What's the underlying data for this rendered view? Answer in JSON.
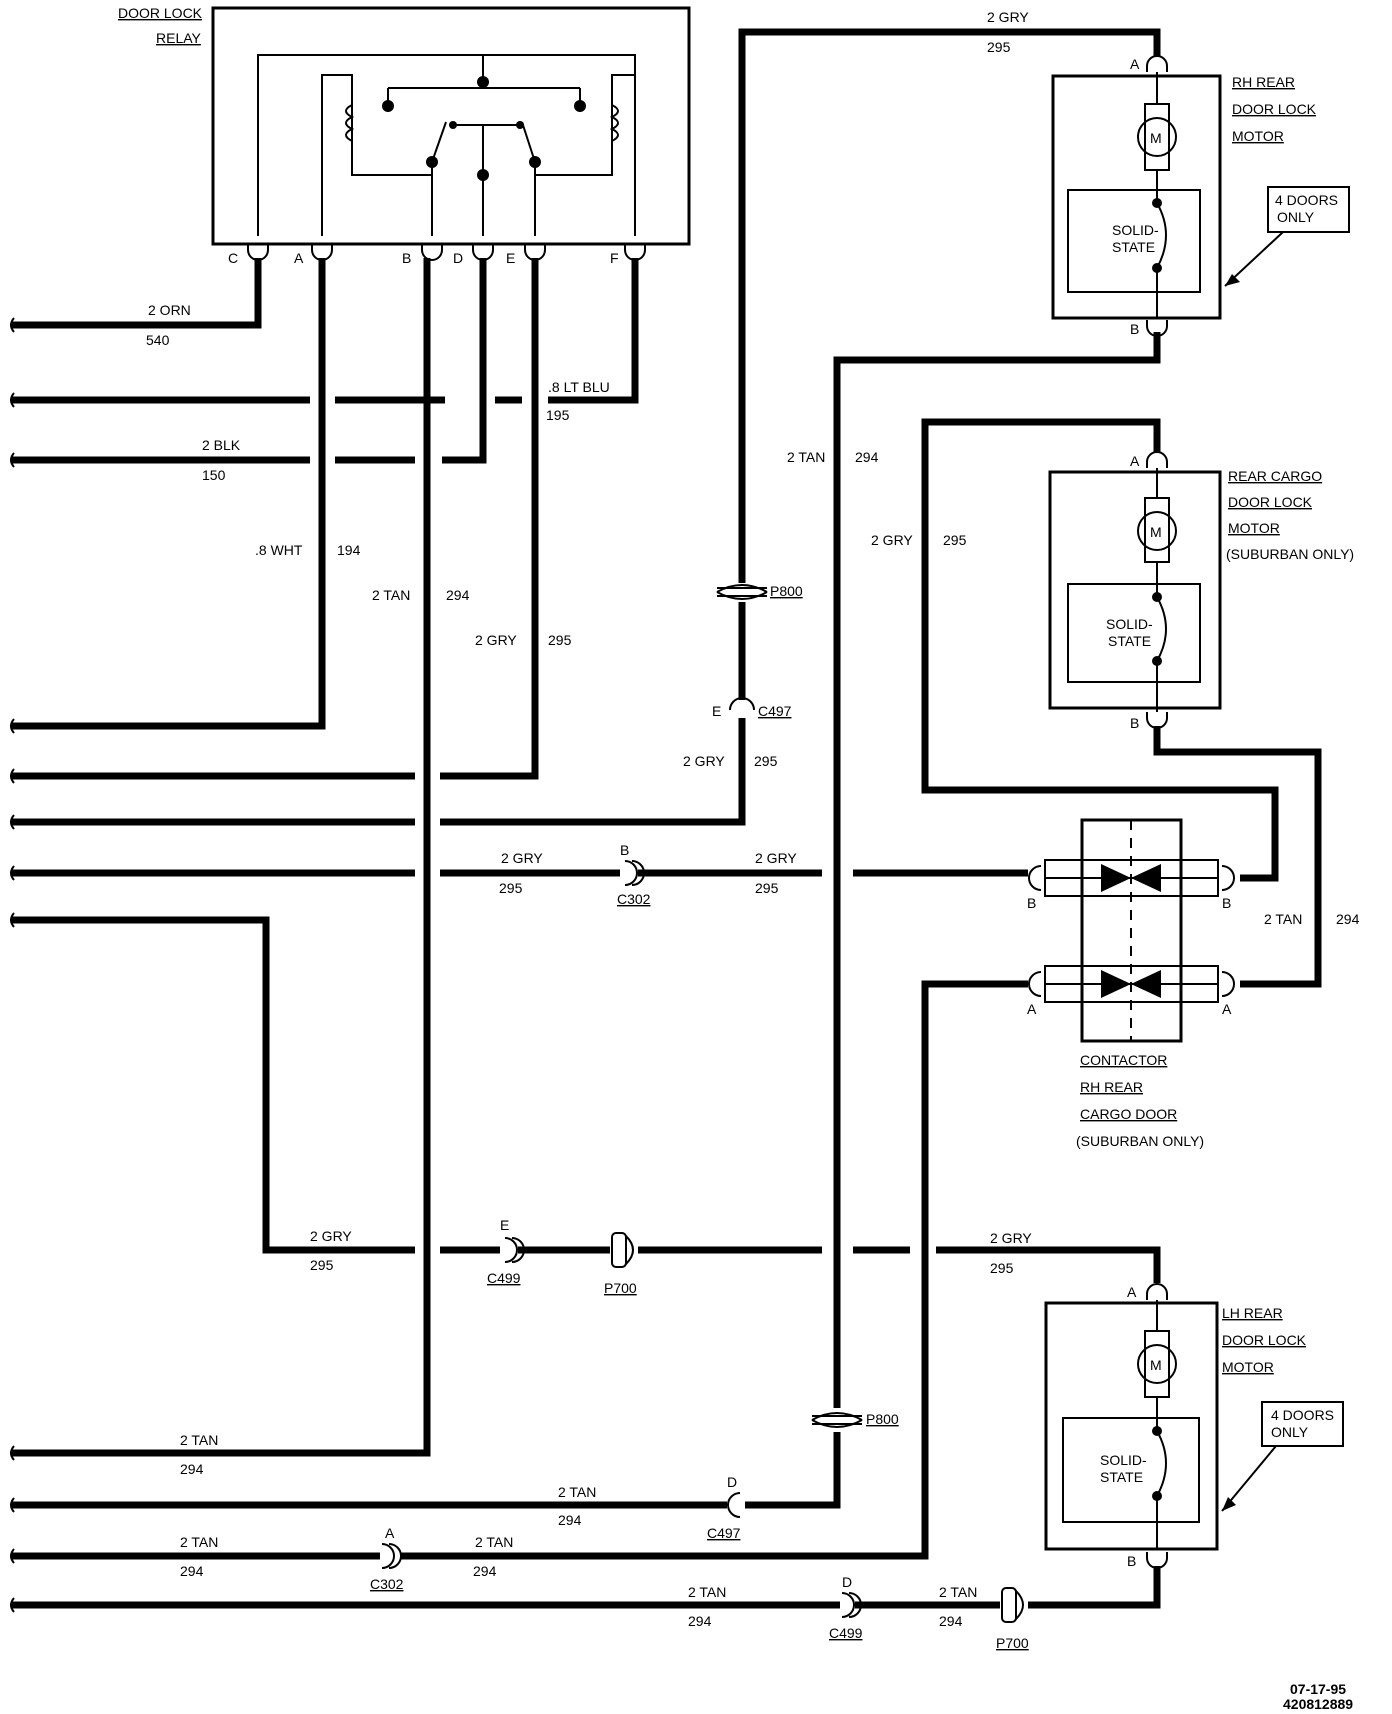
{
  "relay": {
    "title_line1": "DOOR LOCK",
    "title_line2": "RELAY",
    "pins": [
      "C",
      "A",
      "B",
      "D",
      "E",
      "F"
    ]
  },
  "wires": {
    "orn": {
      "size_color": "2 ORN",
      "circuit": "540"
    },
    "ltblu": {
      "size_color": ".8 LT BLU",
      "circuit": "195"
    },
    "blk": {
      "size_color": "2 BLK",
      "circuit": "150"
    },
    "wht": {
      "size_color": ".8 WHT",
      "circuit": "194"
    },
    "tan_relay": {
      "size_color": "2 TAN",
      "circuit": "294"
    },
    "gry_relay": {
      "size_color": "2 GRY",
      "circuit": "295"
    },
    "gry_top": {
      "size_color": "2 GRY",
      "circuit": "295"
    },
    "tan_mid": {
      "size_color": "2 TAN",
      "circuit": "294"
    },
    "gry_cargo": {
      "size_color": "2 GRY",
      "circuit": "295"
    },
    "gry_c497": {
      "size_color": "2 GRY",
      "circuit": "295"
    },
    "gry_c302_left": {
      "size_color": "2 GRY",
      "circuit": "295"
    },
    "gry_c302_right": {
      "size_color": "2 GRY",
      "circuit": "295"
    },
    "tan_contactor": {
      "size_color": "2 TAN",
      "circuit": "294"
    },
    "gry_c499": {
      "size_color": "2 GRY",
      "circuit": "295"
    },
    "gry_lh": {
      "size_color": "2 GRY",
      "circuit": "295"
    },
    "tan_b1": {
      "size_color": "2 TAN",
      "circuit": "294"
    },
    "tan_b2": {
      "size_color": "2 TAN",
      "circuit": "294"
    },
    "tan_b3_left": {
      "size_color": "2 TAN",
      "circuit": "294"
    },
    "tan_b3_right": {
      "size_color": "2 TAN",
      "circuit": "294"
    },
    "tan_b4_left": {
      "size_color": "2 TAN",
      "circuit": "294"
    },
    "tan_b4_right": {
      "size_color": "2 TAN",
      "circuit": "294"
    }
  },
  "connectors": {
    "p800_top": "P800",
    "c497_top": "C497",
    "c497_top_pin": "E",
    "c302_top": "C302",
    "c302_top_pin": "B",
    "c499_top": "C499",
    "c499_top_pin": "E",
    "p700_top": "P700",
    "p800_bottom": "P800",
    "c497_bottom": "C497",
    "c497_bottom_pin": "D",
    "c302_bottom": "C302",
    "c302_bottom_pin": "A",
    "c499_bottom": "C499",
    "c499_bottom_pin": "D",
    "p700_bottom": "P700"
  },
  "rh_motor": {
    "line1": "RH REAR",
    "line2": "DOOR LOCK",
    "line3": "MOTOR",
    "motor_symbol": "M",
    "solid_state_line1": "SOLID-",
    "solid_state_line2": "STATE",
    "pin_a": "A",
    "pin_b": "B",
    "note_line1": "4 DOORS",
    "note_line2": "ONLY"
  },
  "cargo_motor": {
    "line1": "REAR CARGO",
    "line2": "DOOR LOCK",
    "line3": "MOTOR",
    "line4": "(SUBURBAN ONLY)",
    "motor_symbol": "M",
    "solid_state_line1": "SOLID-",
    "solid_state_line2": "STATE",
    "pin_a": "A",
    "pin_b": "B"
  },
  "contactor": {
    "line1": "CONTACTOR",
    "line2": "RH REAR",
    "line3": "CARGO DOOR",
    "line4": "(SUBURBAN ONLY)",
    "pin_b_left": "B",
    "pin_b_right": "B",
    "pin_a_left": "A",
    "pin_a_right": "A"
  },
  "lh_motor": {
    "line1": "LH REAR",
    "line2": "DOOR LOCK",
    "line3": "MOTOR",
    "motor_symbol": "M",
    "solid_state_line1": "SOLID-",
    "solid_state_line2": "STATE",
    "pin_a": "A",
    "pin_b": "B",
    "note_line1": "4 DOORS",
    "note_line2": "ONLY"
  },
  "footer": {
    "date": "07-17-95",
    "code": "420812889"
  }
}
